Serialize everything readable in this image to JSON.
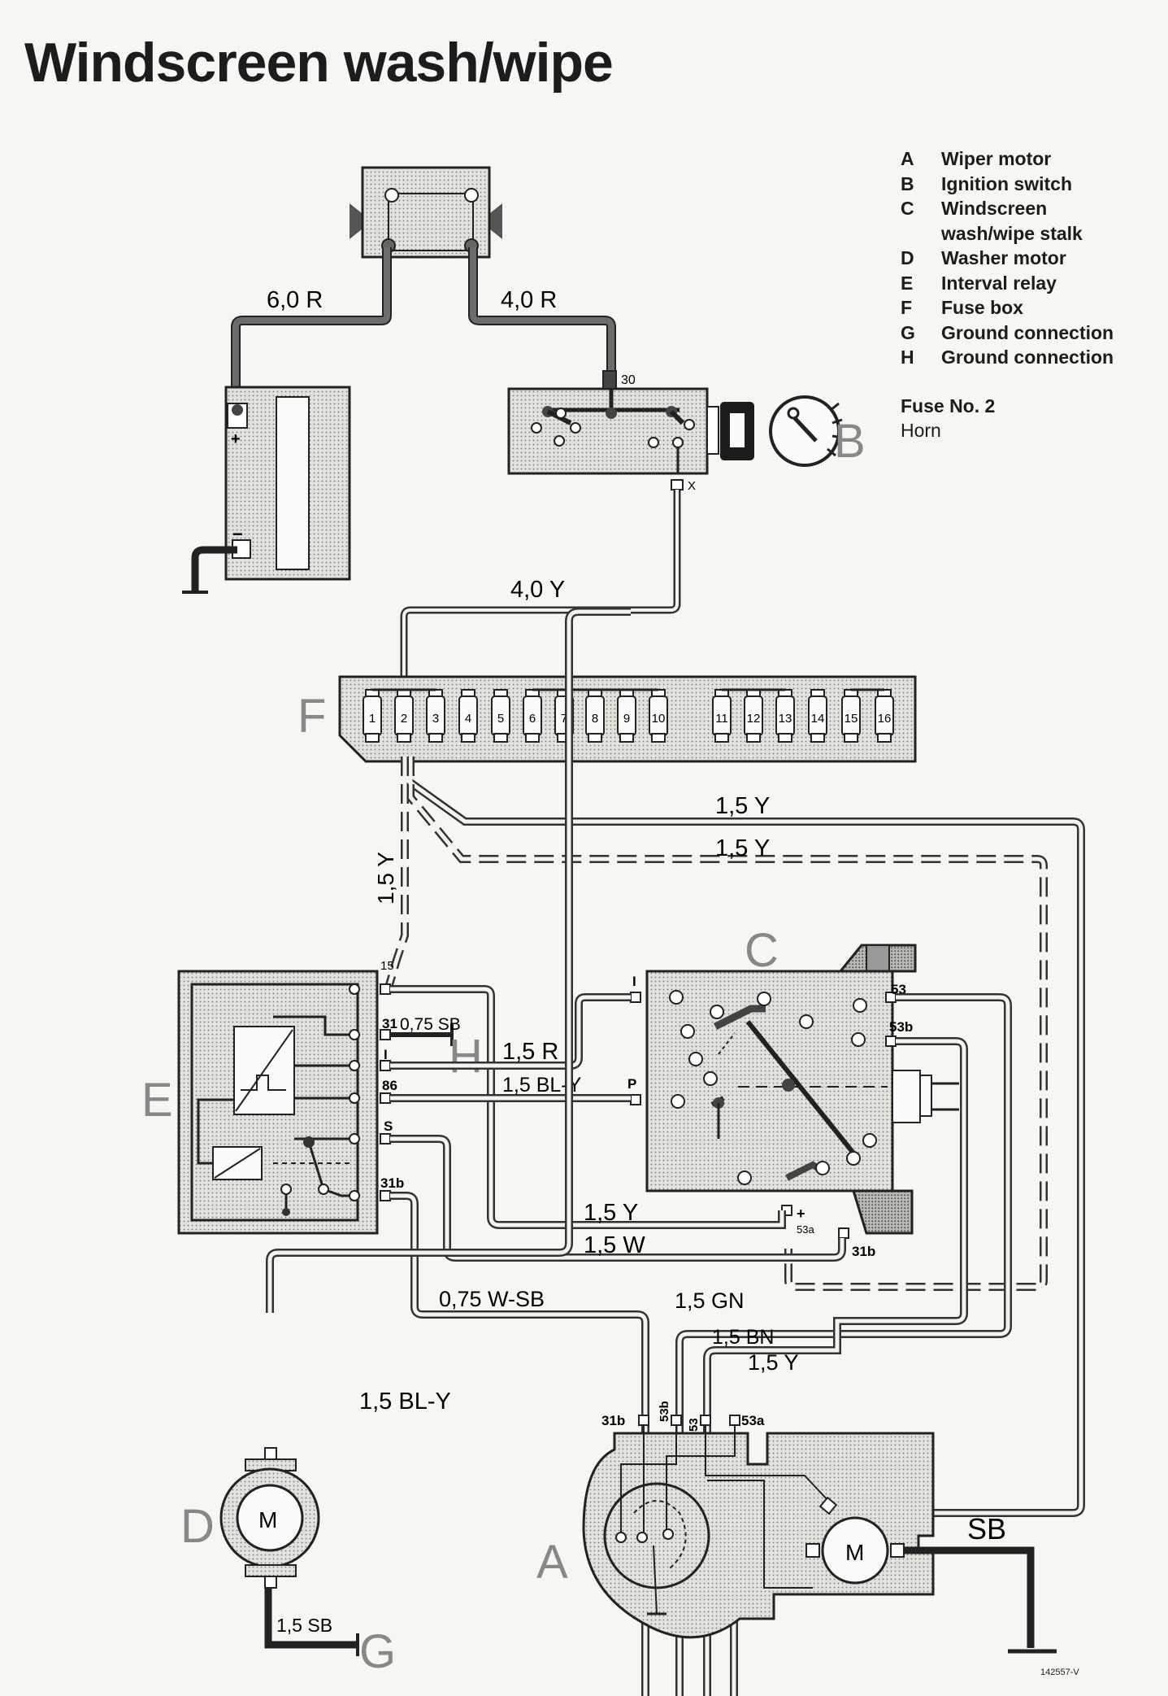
{
  "title": "Windscreen wash/wipe",
  "legend": [
    {
      "key": "A",
      "label": "Wiper motor"
    },
    {
      "key": "B",
      "label": "Ignition switch"
    },
    {
      "key": "C",
      "label": "Windscreen"
    },
    {
      "key": "",
      "label": "wash/wipe stalk"
    },
    {
      "key": "D",
      "label": "Washer motor"
    },
    {
      "key": "E",
      "label": "Interval relay"
    },
    {
      "key": "F",
      "label": "Fuse box"
    },
    {
      "key": "G",
      "label": "Ground connection"
    },
    {
      "key": "H",
      "label": "Ground connection"
    }
  ],
  "fuse_note": {
    "title": "Fuse No. 2",
    "text": "Horn"
  },
  "component_letters": {
    "A": "A",
    "B": "B",
    "C": "C",
    "D": "D",
    "E": "E",
    "F": "F",
    "G": "G",
    "H": "H"
  },
  "fuses": [
    "1",
    "2",
    "3",
    "4",
    "5",
    "6",
    "7",
    "8",
    "9",
    "10",
    "11",
    "12",
    "13",
    "14",
    "15",
    "16"
  ],
  "wires": {
    "w60r": "6,0 R",
    "w40r": "4,0 R",
    "w40y": "4,0 Y",
    "w15y_a": "1,5  Y",
    "w15y_b": "1,5  Y",
    "w15y_vert": "1,5  Y",
    "w075sb": "0,75 SB",
    "w15r": "1,5 R",
    "w15bly": "1,5 BL-Y",
    "w15y_c": "1,5 Y",
    "w15w": "1,5 W",
    "w075wsb": "0,75 W-SB",
    "w15gn": "1,5 GN",
    "w15bn": "1,5 BN",
    "w15y_d": "1,5 Y",
    "w15bly_d": "1,5 BL-Y",
    "w15sb": "1,5 SB",
    "wsb": "SB"
  },
  "terminals": {
    "t30": "30",
    "tx": "X",
    "plus": "+",
    "minus": "−",
    "e15": "15",
    "e31": "31",
    "eI": "I",
    "e86": "86",
    "eS": "S",
    "e31b": "31b",
    "cI": "I",
    "cP": "P",
    "c53": "53",
    "c53b": "53b",
    "c53a_plus": "+",
    "c53a": "53a",
    "c31b": "31b",
    "a31b": "31b",
    "a53b": "53b",
    "a53": "53",
    "a53a": "53a",
    "motor": "M"
  },
  "ref_number": "142557-V"
}
